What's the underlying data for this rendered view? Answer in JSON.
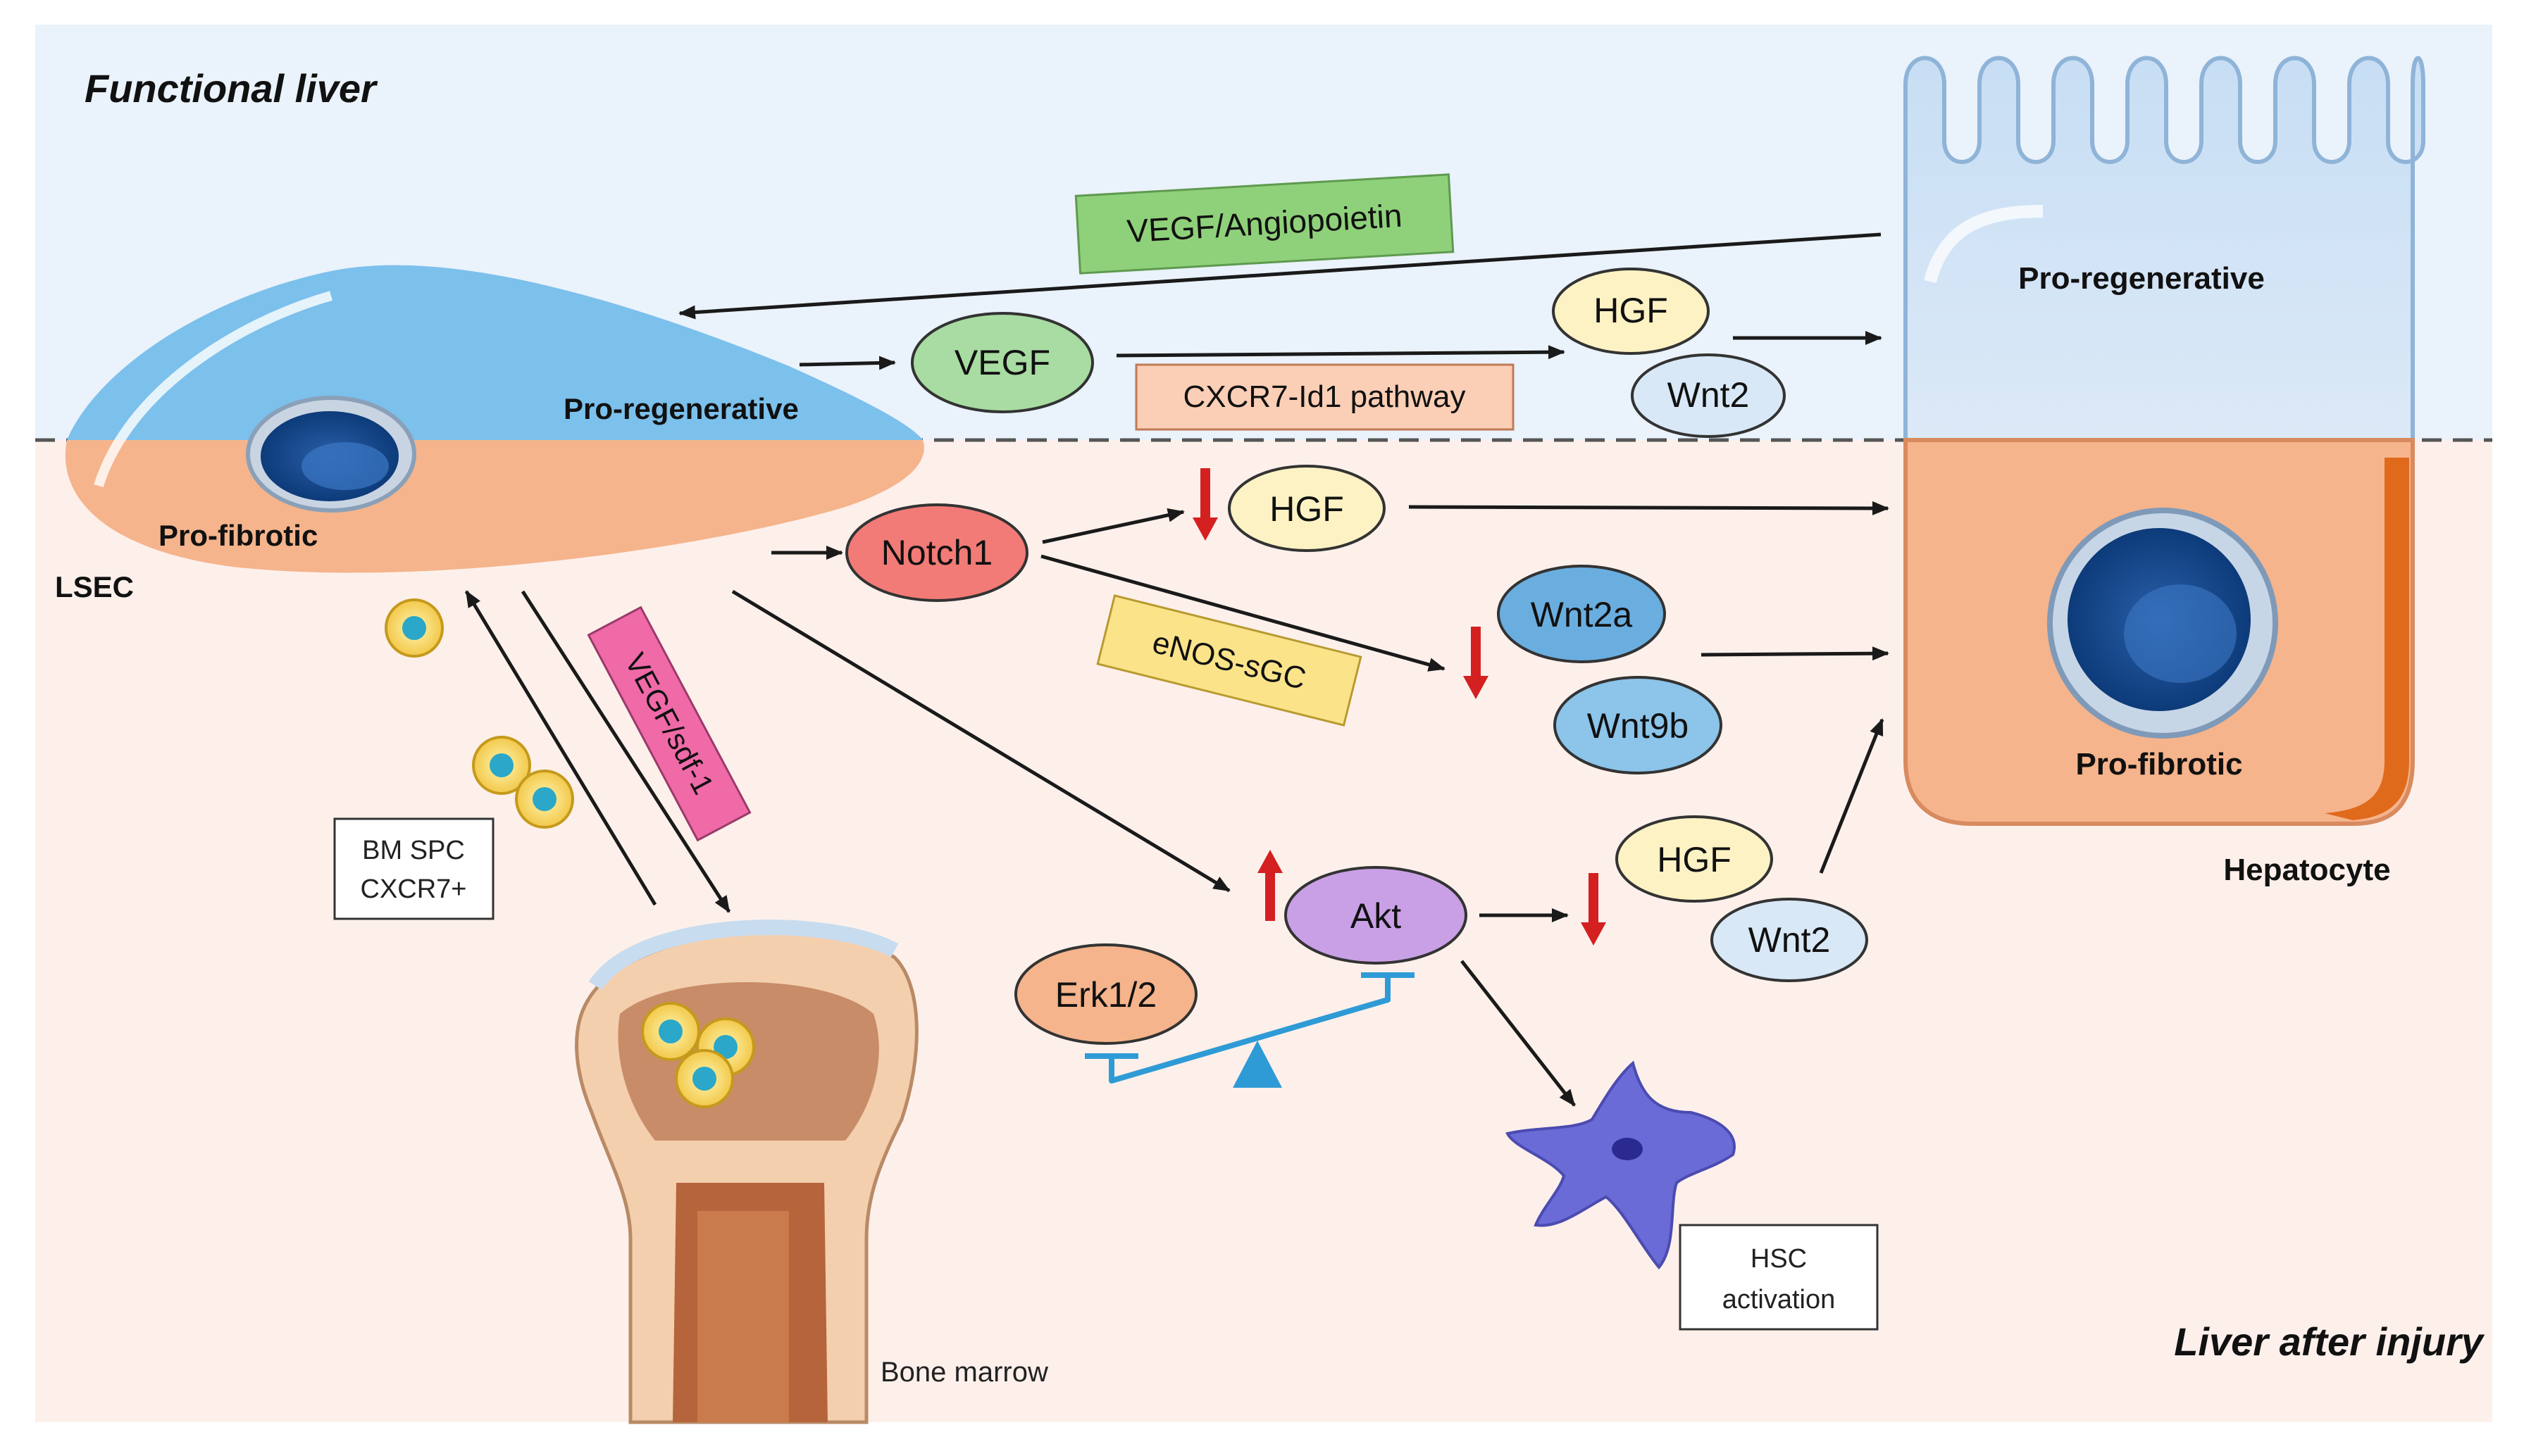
{
  "regions": {
    "top": "Functional liver",
    "bottom": "Liver after injury"
  },
  "cells": {
    "lsec_label": "LSEC",
    "lsec_pro_regenerative": "Pro-regenerative",
    "lsec_pro_fibrotic": "Pro-fibrotic",
    "hepatocyte_label": "Hepatocyte",
    "hep_pro_regenerative": "Pro-regenerative",
    "hep_pro_fibrotic": "Pro-fibrotic",
    "bone_marrow": "Bone marrow"
  },
  "nodes": {
    "vegf": "VEGF",
    "hgf_top": "HGF",
    "wnt2_top": "Wnt2",
    "notch1": "Notch1",
    "hgf_mid": "HGF",
    "wnt2a": "Wnt2a",
    "wnt9b": "Wnt9b",
    "akt": "Akt",
    "erk": "Erk1/2",
    "hgf_low": "HGF",
    "wnt2_low": "Wnt2"
  },
  "pathways": {
    "vegf_angiopoietin": "VEGF/Angiopoietin",
    "cxcr7": "CXCR7-Id1 pathway",
    "enos": "eNOS-sGC",
    "vegf_sdf": "VEGF/sdf-1"
  },
  "boxes": {
    "bm_spc_line1": "BM SPC",
    "bm_spc_line2": "CXCR7+",
    "hsc_line1": "HSC",
    "hsc_line2": "activation"
  },
  "colors": {
    "top_bg": "#eaf2fb",
    "bottom_bg": "#fdf0eb",
    "lsec_blue": "#7cc0ec",
    "lsec_orange": "#f5b48c",
    "green_box": "#8fd17a",
    "salmon_box": "#fbcfb6",
    "yellow_box": "#fbe38a",
    "pink_box": "#f06aa8",
    "arrow": "#1a1a1a",
    "down_arrow_red": "#d42020",
    "seesaw_blue": "#2f9bd6"
  }
}
